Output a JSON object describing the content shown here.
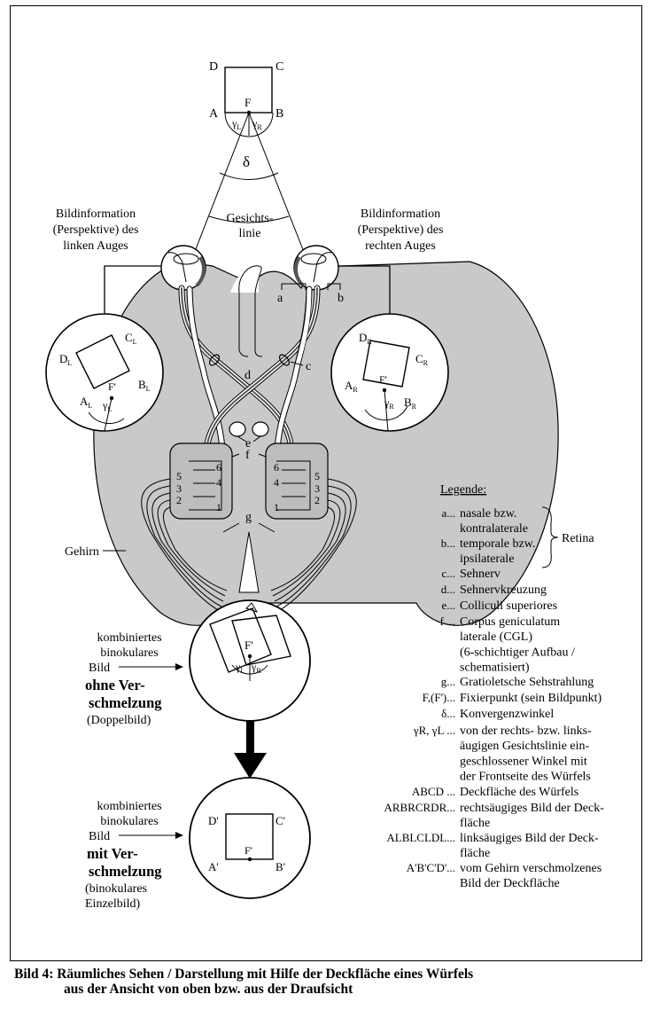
{
  "cube": {
    "D": "D",
    "C": "C",
    "A": "A",
    "B": "B",
    "F": "F",
    "gL": "γ",
    "gLsub": "L",
    "gR": "γ",
    "gRsub": "R",
    "delta": "δ"
  },
  "sight_line": [
    "Gesichts-",
    "linie"
  ],
  "left_info": [
    "Bildinformation",
    "(Perspektive) des",
    "linken Auges"
  ],
  "right_info": [
    "Bildinformation",
    "(Perspektive) des",
    "rechten Auges"
  ],
  "left_circle": {
    "C": "C",
    "Csub": "L",
    "D": "D",
    "Dsub": "L",
    "F": "F'",
    "B": "B",
    "Bsub": "L",
    "A": "A",
    "Asub": "L",
    "g": "γ",
    "gsub": "L"
  },
  "right_circle": {
    "D": "D",
    "Dsub": "R",
    "C": "C",
    "Csub": "R",
    "A": "A",
    "Asub": "R",
    "F": "F'",
    "B": "B",
    "Bsub": "R",
    "g": "γ",
    "gsub": "R"
  },
  "brain_letters": {
    "a": "a",
    "b": "b",
    "c": "c",
    "d": "d",
    "e": "e",
    "f": "f",
    "g": "g"
  },
  "layers_left": [
    "5",
    "3",
    "2",
    "6",
    "4",
    "1"
  ],
  "layers_right": [
    "6",
    "4",
    "1",
    "5",
    "3",
    "2"
  ],
  "brain_label": "Gehirn",
  "combined_no_fusion": {
    "lines": [
      "kombiniertes",
      "binokulares",
      "Bild"
    ],
    "bold": [
      "ohne Ver-",
      "schmelzung"
    ],
    "note": "(Doppelbild)",
    "F": "F'",
    "gL": "γ",
    "gLsub": "L",
    "gR": "γ",
    "gRsub": "R"
  },
  "combined_fusion": {
    "lines": [
      "kombiniertes",
      "binokulares",
      "Bild"
    ],
    "bold": [
      "mit Ver-",
      "schmelzung"
    ],
    "note": [
      "(binokulares",
      "Einzelbild)"
    ],
    "D": "D'",
    "C": "C'",
    "A": "A'",
    "B": "B'",
    "F": "F'"
  },
  "legend": {
    "title": "Legende:",
    "retina": "Retina",
    "entries": [
      {
        "key": "a...",
        "text": [
          "nasale bzw.",
          "kontralaterale"
        ]
      },
      {
        "key": "b...",
        "text": [
          "temporale bzw.",
          "ipsilaterale"
        ]
      },
      {
        "key": "c...",
        "text": [
          "Sehnerv"
        ]
      },
      {
        "key": "d...",
        "text": [
          "Sehnervkreuzung"
        ]
      },
      {
        "key": "e...",
        "text": [
          "Colliculi superiores"
        ]
      },
      {
        "key": "f ...",
        "text": [
          "Corpus geniculatum",
          "laterale (CGL)",
          "(6-schichtiger Aufbau /",
          "schematisiert)"
        ]
      },
      {
        "key": "g...",
        "text": [
          "Gratioletsche Sehstrahlung"
        ]
      },
      {
        "key": "F,(F')...",
        "text": [
          "Fixierpunkt (sein Bildpunkt)"
        ]
      },
      {
        "key": "δ...",
        "text": [
          "Konvergenzwinkel"
        ]
      },
      {
        "key": "γR, γL ...",
        "text": [
          "von der rechts- bzw. links-",
          "äugigen Gesichtslinie ein-",
          "geschlossener Winkel mit",
          "der Frontseite des Würfels"
        ]
      },
      {
        "key": "ABCD ...",
        "text": [
          "Deckfläche des Würfels"
        ]
      },
      {
        "key": "ARBRCRDR...",
        "text": [
          "rechtsäugiges Bild der Deck-",
          "fläche"
        ]
      },
      {
        "key": "ALBLCLDL...",
        "text": [
          "linksäugiges Bild der Deck-",
          "fläche"
        ]
      },
      {
        "key": "A'B'C'D'...",
        "text": [
          "vom Gehirn verschmolzenes",
          "Bild der Deckfläche"
        ]
      }
    ]
  },
  "caption": {
    "line1": "Bild 4: Räumliches Sehen / Darstellung mit Hilfe der Deckfläche eines Würfels",
    "line2": "aus der Ansicht von oben bzw. aus der Draufsicht"
  }
}
